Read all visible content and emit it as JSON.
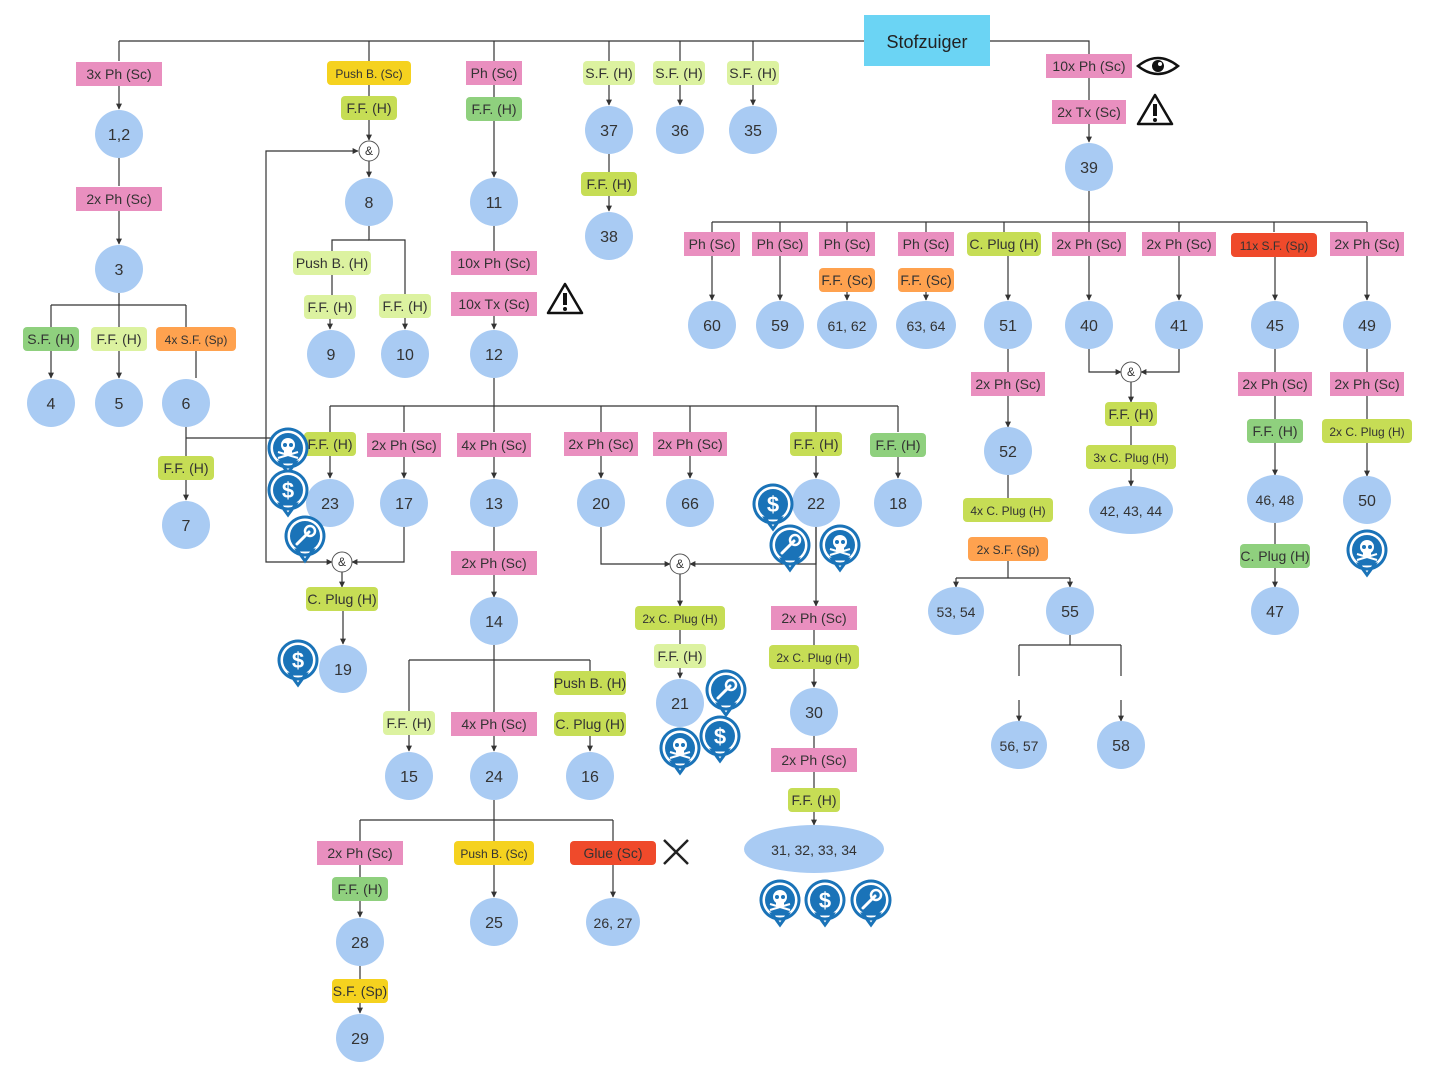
{
  "title": "Stofzuiger",
  "colors": {
    "pink": "#e98fbf",
    "lime": "#c6dd55",
    "lightlime": "#dcf2a0",
    "green": "#8fd07e",
    "orange": "#ffa24f",
    "yellow": "#f5d21f",
    "red": "#ef4a2b",
    "circle": "#a9cbf3",
    "title": "#6bd4f4",
    "line": "#333333",
    "icon": "#1a73b8"
  },
  "steps": [
    {
      "id": "s1",
      "label": "3x Ph (Sc)",
      "color": "pink"
    },
    {
      "id": "s2",
      "label": "2x Ph (Sc)",
      "color": "pink"
    },
    {
      "id": "s3",
      "label": "S.F. (H)",
      "color": "green"
    },
    {
      "id": "s4",
      "label": "F.F. (H)",
      "color": "lightlime"
    },
    {
      "id": "s5",
      "label": "4x S.F. (Sp)",
      "color": "orange"
    },
    {
      "id": "s6",
      "label": "F.F. (H)",
      "color": "lime"
    },
    {
      "id": "s7",
      "label": "Push B. (Sc)",
      "color": "yellow"
    },
    {
      "id": "s8",
      "label": "F.F. (H)",
      "color": "lime"
    },
    {
      "id": "s9",
      "label": "Push B. (H)",
      "color": "lightlime"
    },
    {
      "id": "s10",
      "label": "F.F. (H)",
      "color": "lightlime"
    },
    {
      "id": "s11",
      "label": "F.F. (H)",
      "color": "lightlime"
    },
    {
      "id": "s12",
      "label": "Ph (Sc)",
      "color": "pink"
    },
    {
      "id": "s13",
      "label": "F.F. (H)",
      "color": "green"
    },
    {
      "id": "s14",
      "label": "10x Ph (Sc)",
      "color": "pink"
    },
    {
      "id": "s15",
      "label": "10x Tx (Sc)",
      "color": "pink"
    },
    {
      "id": "s16",
      "label": "S.F. (H)",
      "color": "lightlime"
    },
    {
      "id": "s17",
      "label": "S.F. (H)",
      "color": "lightlime"
    },
    {
      "id": "s18",
      "label": "S.F. (H)",
      "color": "lightlime"
    },
    {
      "id": "s19",
      "label": "F.F. (H)",
      "color": "lime"
    },
    {
      "id": "s20",
      "label": "10x Ph (Sc)",
      "color": "pink"
    },
    {
      "id": "s21",
      "label": "2x Tx (Sc)",
      "color": "pink"
    },
    {
      "id": "s22",
      "label": "F.F. (H)",
      "color": "lime"
    },
    {
      "id": "s23",
      "label": "2x Ph (Sc)",
      "color": "pink"
    },
    {
      "id": "s24",
      "label": "4x Ph (Sc)",
      "color": "pink"
    },
    {
      "id": "s25",
      "label": "2x Ph (Sc)",
      "color": "pink"
    },
    {
      "id": "s26",
      "label": "2x Ph (Sc)",
      "color": "pink"
    },
    {
      "id": "s27",
      "label": "F.F. (H)",
      "color": "lime"
    },
    {
      "id": "s28",
      "label": "F.F. (H)",
      "color": "green"
    },
    {
      "id": "s29",
      "label": "C. Plug (H)",
      "color": "lime"
    },
    {
      "id": "s30",
      "label": "2x Ph (Sc)",
      "color": "pink"
    },
    {
      "id": "s31",
      "label": "2x C. Plug (H)",
      "color": "lime"
    },
    {
      "id": "s32",
      "label": "F.F. (H)",
      "color": "lightlime"
    },
    {
      "id": "s33",
      "label": "2x Ph (Sc)",
      "color": "pink"
    },
    {
      "id": "s34",
      "label": "2x C. Plug (H)",
      "color": "lime"
    },
    {
      "id": "s35",
      "label": "2x Ph (Sc)",
      "color": "pink"
    },
    {
      "id": "s36",
      "label": "F.F. (H)",
      "color": "lime"
    },
    {
      "id": "s37",
      "label": "F.F. (H)",
      "color": "lightlime"
    },
    {
      "id": "s38",
      "label": "4x Ph (Sc)",
      "color": "pink"
    },
    {
      "id": "s39",
      "label": "Push B. (H)",
      "color": "lime"
    },
    {
      "id": "s40",
      "label": "C. Plug (H)",
      "color": "lime"
    },
    {
      "id": "s41",
      "label": "2x Ph (Sc)",
      "color": "pink"
    },
    {
      "id": "s42",
      "label": "F.F. (H)",
      "color": "green"
    },
    {
      "id": "s43",
      "label": "S.F. (Sp)",
      "color": "yellow"
    },
    {
      "id": "s44",
      "label": "Push B. (Sc)",
      "color": "yellow"
    },
    {
      "id": "s45",
      "label": "Glue (Sc)",
      "color": "red"
    },
    {
      "id": "s46",
      "label": "Ph (Sc)",
      "color": "pink"
    },
    {
      "id": "s47",
      "label": "Ph (Sc)",
      "color": "pink"
    },
    {
      "id": "s48",
      "label": "Ph (Sc)",
      "color": "pink"
    },
    {
      "id": "s49",
      "label": "F.F. (Sc)",
      "color": "orange"
    },
    {
      "id": "s50",
      "label": "Ph (Sc)",
      "color": "pink"
    },
    {
      "id": "s51",
      "label": "F.F. (Sc)",
      "color": "orange"
    },
    {
      "id": "s52",
      "label": "C. Plug (H)",
      "color": "lime"
    },
    {
      "id": "s53",
      "label": "2x Ph (Sc)",
      "color": "pink"
    },
    {
      "id": "s54",
      "label": "2x Ph (Sc)",
      "color": "pink"
    },
    {
      "id": "s55",
      "label": "11x S.F. (Sp)",
      "color": "red"
    },
    {
      "id": "s56",
      "label": "2x Ph (Sc)",
      "color": "pink"
    },
    {
      "id": "s57",
      "label": "2x Ph (Sc)",
      "color": "pink"
    },
    {
      "id": "s58",
      "label": "4x C. Plug (H)",
      "color": "lime"
    },
    {
      "id": "s59",
      "label": "2x S.F. (Sp)",
      "color": "orange"
    },
    {
      "id": "s60",
      "label": "F.F. (H)",
      "color": "lime"
    },
    {
      "id": "s61",
      "label": "F.F. (H)",
      "color": "lime"
    },
    {
      "id": "s62",
      "label": "F.F. (H)",
      "color": "green"
    },
    {
      "id": "s63",
      "label": "3x C. Plug (H)",
      "color": "lime"
    },
    {
      "id": "s64",
      "label": "2x Ph (Sc)",
      "color": "pink"
    },
    {
      "id": "s65",
      "label": "F.F. (H)",
      "color": "green"
    },
    {
      "id": "s66",
      "label": "C. Plug (H)",
      "color": "green"
    },
    {
      "id": "s67",
      "label": "2x Ph (Sc)",
      "color": "pink"
    },
    {
      "id": "s68",
      "label": "2x C. Plug (H)",
      "color": "lime"
    }
  ],
  "parts": [
    {
      "id": "p1",
      "label": "1,2"
    },
    {
      "id": "p3",
      "label": "3"
    },
    {
      "id": "p4",
      "label": "4"
    },
    {
      "id": "p5",
      "label": "5"
    },
    {
      "id": "p6",
      "label": "6"
    },
    {
      "id": "p7",
      "label": "7"
    },
    {
      "id": "p8",
      "label": "8"
    },
    {
      "id": "p9",
      "label": "9"
    },
    {
      "id": "p10",
      "label": "10"
    },
    {
      "id": "p11",
      "label": "11"
    },
    {
      "id": "p12",
      "label": "12"
    },
    {
      "id": "p37",
      "label": "37"
    },
    {
      "id": "p38",
      "label": "38"
    },
    {
      "id": "p36",
      "label": "36"
    },
    {
      "id": "p35",
      "label": "35"
    },
    {
      "id": "p39",
      "label": "39"
    },
    {
      "id": "p23",
      "label": "23"
    },
    {
      "id": "p17",
      "label": "17"
    },
    {
      "id": "p13",
      "label": "13"
    },
    {
      "id": "p20",
      "label": "20"
    },
    {
      "id": "p66",
      "label": "66"
    },
    {
      "id": "p22",
      "label": "22"
    },
    {
      "id": "p18",
      "label": "18"
    },
    {
      "id": "p19",
      "label": "19"
    },
    {
      "id": "p14",
      "label": "14"
    },
    {
      "id": "p21",
      "label": "21"
    },
    {
      "id": "p30",
      "label": "30"
    },
    {
      "id": "p31",
      "label": "31, 32, 33, 34"
    },
    {
      "id": "p15",
      "label": "15"
    },
    {
      "id": "p24",
      "label": "24"
    },
    {
      "id": "p16",
      "label": "16"
    },
    {
      "id": "p28",
      "label": "28"
    },
    {
      "id": "p29",
      "label": "29"
    },
    {
      "id": "p25",
      "label": "25"
    },
    {
      "id": "p26",
      "label": "26, 27"
    },
    {
      "id": "p60",
      "label": "60"
    },
    {
      "id": "p59",
      "label": "59"
    },
    {
      "id": "p61",
      "label": "61, 62"
    },
    {
      "id": "p63",
      "label": "63, 64"
    },
    {
      "id": "p51",
      "label": "51"
    },
    {
      "id": "p40",
      "label": "40"
    },
    {
      "id": "p41",
      "label": "41"
    },
    {
      "id": "p45",
      "label": "45"
    },
    {
      "id": "p49",
      "label": "49"
    },
    {
      "id": "p52",
      "label": "52"
    },
    {
      "id": "p42",
      "label": "42, 43, 44"
    },
    {
      "id": "p46",
      "label": "46, 48"
    },
    {
      "id": "p50",
      "label": "50"
    },
    {
      "id": "p53",
      "label": "53, 54"
    },
    {
      "id": "p55",
      "label": "55"
    },
    {
      "id": "p47",
      "label": "47"
    },
    {
      "id": "p56",
      "label": "56, 57"
    },
    {
      "id": "p58",
      "label": "58"
    }
  ],
  "and_symbol": "&",
  "icons": [
    "skull-marker-icon",
    "dollar-marker-icon",
    "wrench-marker-icon",
    "eye-icon",
    "warning-icon",
    "cross-icon"
  ]
}
